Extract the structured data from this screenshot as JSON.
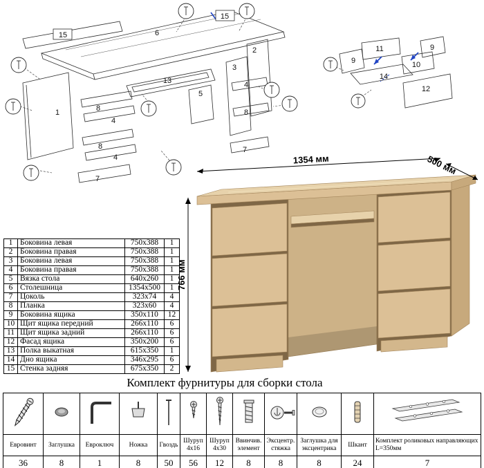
{
  "colors": {
    "diagram_line": "#2a2a2a",
    "diagram_blue": "#2145c4",
    "dimension": "#000000"
  },
  "desk": {
    "dim_width": "1354 мм",
    "dim_depth": "500 мм",
    "dim_height": "766 мм",
    "colors": {
      "top": "#e7d2ab",
      "front": "#dcc096",
      "side": "#c7a97c",
      "recess": "#cdb287",
      "gap": "#7f6746",
      "plinth": "#d3b78c"
    }
  },
  "diagrams": {
    "main": {
      "labels": [
        "15",
        "6",
        "15",
        "1",
        "8",
        "4",
        "8",
        "4",
        "7",
        "13",
        "5",
        "2",
        "3",
        "4",
        "8",
        "7"
      ]
    },
    "drawer": {
      "labels": [
        "11",
        "9",
        "14",
        "10",
        "9",
        "12"
      ]
    }
  },
  "parts": {
    "rows": [
      {
        "num": "1",
        "name": "Боковина левая",
        "size": "750x388",
        "qty": "1"
      },
      {
        "num": "2",
        "name": "Боковина правая",
        "size": "750x388",
        "qty": "1"
      },
      {
        "num": "3",
        "name": "Боковина левая",
        "size": "750x388",
        "qty": "1"
      },
      {
        "num": "4",
        "name": "Боковина правая",
        "size": "750x388",
        "qty": "1"
      },
      {
        "num": "5",
        "name": "Вязка стола",
        "size": "640x260",
        "qty": "1"
      },
      {
        "num": "6",
        "name": "Столешница",
        "size": "1354x500",
        "qty": "1"
      },
      {
        "num": "7",
        "name": "Цоколь",
        "size": "323x74",
        "qty": "4"
      },
      {
        "num": "8",
        "name": "Планка",
        "size": "323x60",
        "qty": "4"
      },
      {
        "num": "9",
        "name": "Боковина ящика",
        "size": "350x110",
        "qty": "12"
      },
      {
        "num": "10",
        "name": "Щит ящика передний",
        "size": "266x110",
        "qty": "6"
      },
      {
        "num": "11",
        "name": "Щит ящика задний",
        "size": "266x110",
        "qty": "6"
      },
      {
        "num": "12",
        "name": "Фасад ящика",
        "size": "350x200",
        "qty": "6"
      },
      {
        "num": "13",
        "name": "Полка выкатная",
        "size": "615x350",
        "qty": "1"
      },
      {
        "num": "14",
        "name": "Дно ящика",
        "size": "346x295",
        "qty": "6"
      },
      {
        "num": "15",
        "name": "Стенка задняя",
        "size": "675x350",
        "qty": "2"
      }
    ]
  },
  "hardware": {
    "title": "Комплект фурнитуры для сборки стола",
    "items": [
      {
        "name": "Евровинт",
        "qty": "36"
      },
      {
        "name": "Заглушка",
        "qty": "8"
      },
      {
        "name": "Евроключ",
        "qty": "1"
      },
      {
        "name": "Ножка",
        "qty": "8"
      },
      {
        "name": "Гвоздь",
        "qty": "50"
      },
      {
        "name": "Шуруп 4x16",
        "qty": "56"
      },
      {
        "name": "Шуруп 4x30",
        "qty": "12"
      },
      {
        "name": "Ввинчив. элемент",
        "qty": "8"
      },
      {
        "name": "Эксцентр. стяжка",
        "qty": "8"
      },
      {
        "name": "Заглушка для эксцентрика",
        "qty": "8"
      },
      {
        "name": "Шкант",
        "qty": "24"
      },
      {
        "name": "Комплект роликовых направляющих L=350мм",
        "qty": "7"
      }
    ]
  }
}
